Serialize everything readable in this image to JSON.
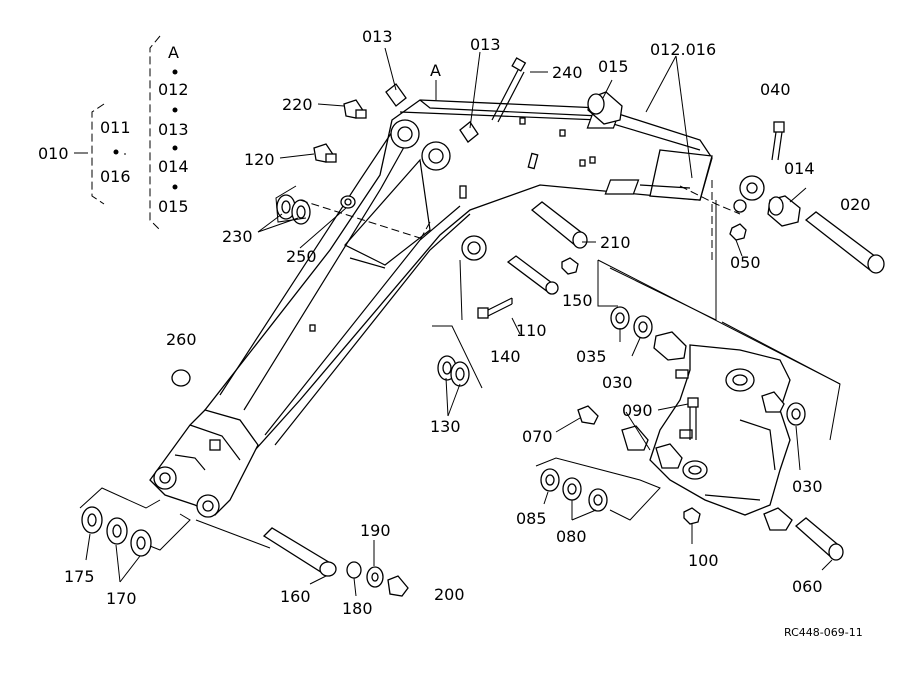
{
  "diagram": {
    "reference_code": "RC448-069-11",
    "groups": {
      "group_010": {
        "label": "010",
        "members": [
          "011",
          "016"
        ]
      },
      "group_A": {
        "label": "A",
        "members": [
          "012",
          "013",
          "014",
          "015"
        ]
      }
    },
    "callouts": {
      "p013a": "013",
      "p013b": "013",
      "pA": "A",
      "p240": "240",
      "p015": "015",
      "p012016": "012.016",
      "p040": "040",
      "p220": "220",
      "p120": "120",
      "p014": "014",
      "p020": "020",
      "p230": "230",
      "p250": "250",
      "p210": "210",
      "p050": "050",
      "p150": "150",
      "p110": "110",
      "p140": "140",
      "p035": "035",
      "p030a": "030",
      "p260": "260",
      "p130": "130",
      "p090": "090",
      "p070": "070",
      "p030b": "030",
      "p085": "085",
      "p080": "080",
      "p100": "100",
      "p175": "175",
      "p170": "170",
      "p190": "190",
      "p160": "160",
      "p180": "180",
      "p200": "200",
      "p060": "060"
    }
  }
}
